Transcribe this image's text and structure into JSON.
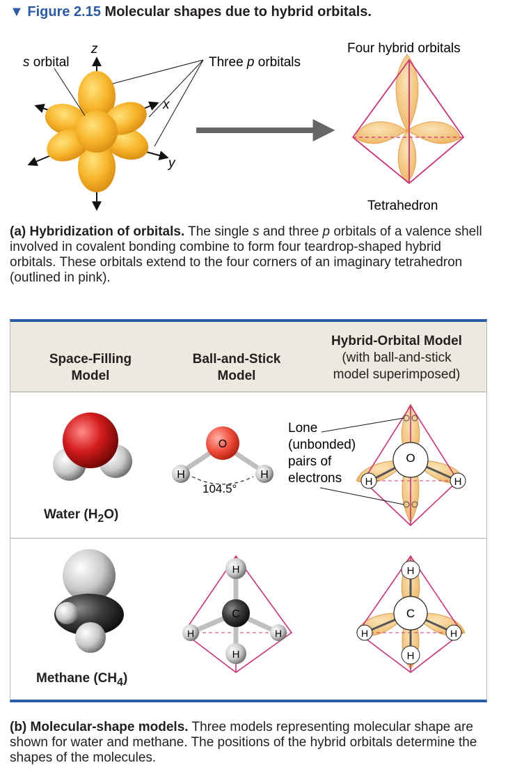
{
  "figure": {
    "marker": "▼",
    "number": "Figure 2.15",
    "title": "Molecular shapes due to hybrid orbitals."
  },
  "part_a": {
    "s_orbital_label": "s",
    "s_orbital_word": " orbital",
    "three_p_prefix": "Three ",
    "three_p_italic": "p",
    "three_p_suffix": " orbitals",
    "axis_z": "z",
    "axis_x": "x",
    "axis_y": "y",
    "four_hybrid_label": "Four hybrid orbitals",
    "tetrahedron_label": "Tetrahedron",
    "caption_bold": "(a) Hybridization of orbitals.",
    "caption_1": " The single ",
    "caption_s": "s",
    "caption_2": " and three ",
    "caption_p": "p",
    "caption_3": " orbitals of a valence shell involved in covalent bonding combine to form four teardrop-shaped hybrid orbitals. These orbitals extend to the four corners of an imaginary tetrahedron (outlined in pink)."
  },
  "table": {
    "headers": [
      {
        "title": "Space-Filling",
        "title2": "Model"
      },
      {
        "title": "Ball-and-Stick",
        "title2": "Model"
      },
      {
        "title": "Hybrid-Orbital Model",
        "sub1": "(with ball-and-stick",
        "sub2": "model superimposed)"
      }
    ],
    "water": {
      "name_prefix": "Water (H",
      "name_sub": "2",
      "name_suffix": "O)",
      "angle": "104.5°",
      "atom_o": "O",
      "atom_h": "H",
      "lone_1": "Lone",
      "lone_2": "(unbonded)",
      "lone_3": "pairs of",
      "lone_4": "electrons"
    },
    "methane": {
      "name_prefix": "Methane (CH",
      "name_sub": "4",
      "name_suffix": ")",
      "atom_c": "C",
      "atom_h": "H"
    }
  },
  "part_b": {
    "caption_bold": "(b) Molecular-shape models.",
    "caption_rest": " Three models representing molecular shape are shown for water and methane. The positions of the hybrid orbitals determine the shapes of the molecules."
  },
  "colors": {
    "accent_blue": "#2a5aa8",
    "tetra_pink": "#d0307a",
    "orbital_orange": "#f2a623",
    "hybrid_tan": "#f4c27a",
    "arrow_gray": "#666666"
  }
}
